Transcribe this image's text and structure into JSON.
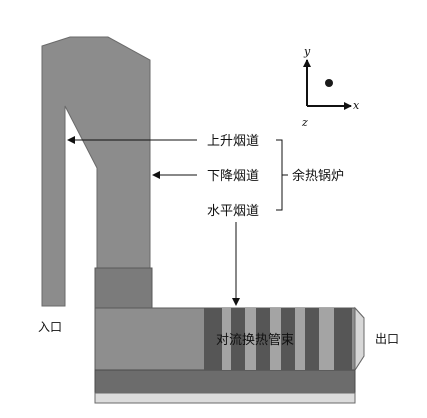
{
  "labels": {
    "inlet": "入口",
    "outlet": "出口",
    "riser": "上升烟道",
    "downcomer": "下降烟道",
    "horizontal": "水平烟道",
    "boiler": "余热锅炉",
    "tube_bank": "对流换热管束"
  },
  "axes": {
    "x": "x",
    "y": "y",
    "z": "z"
  },
  "colors": {
    "duct_main": "#8c8c8c",
    "duct_dark": "#6e6e6e",
    "tube_dark": "#565656",
    "tube_light": "#a4a4a4",
    "outline": "#3a3a3a"
  }
}
